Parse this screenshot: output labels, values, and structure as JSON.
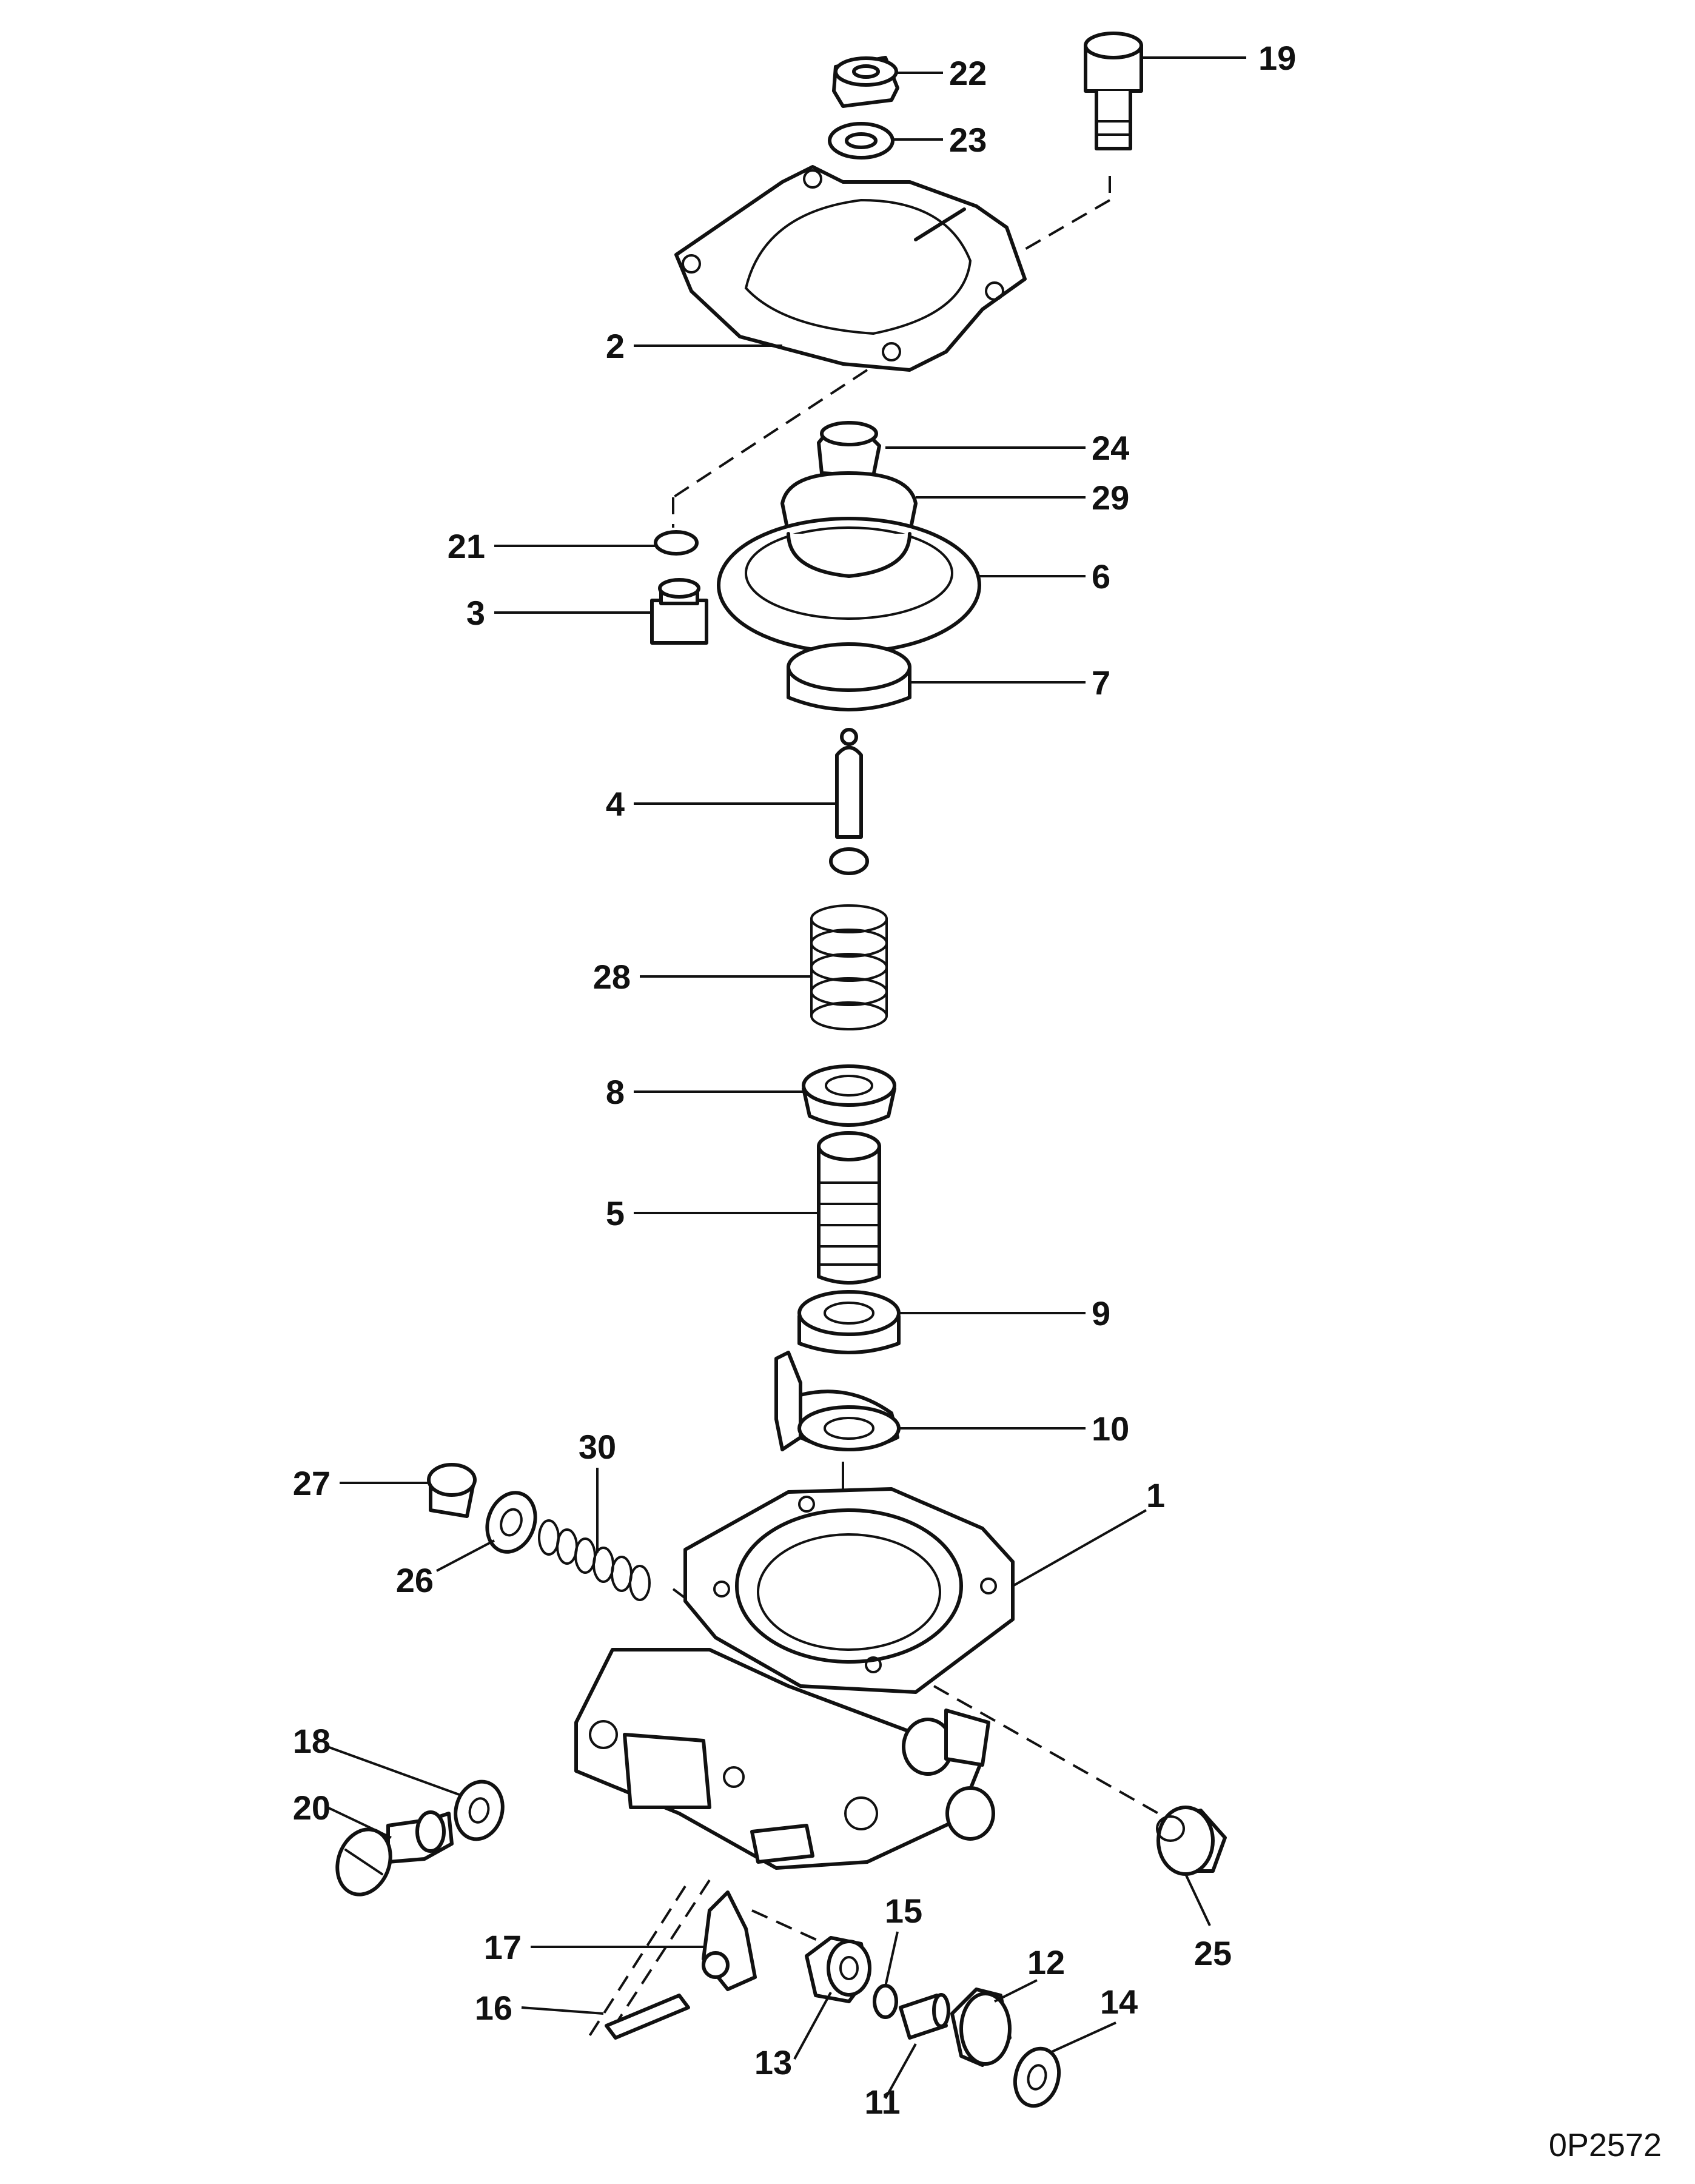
{
  "figure_code": "0P2572",
  "callouts": {
    "c1": "1",
    "c2": "2",
    "c3": "3",
    "c4": "4",
    "c5": "5",
    "c6": "6",
    "c7": "7",
    "c8": "8",
    "c9": "9",
    "c10": "10",
    "c11": "11",
    "c12": "12",
    "c13": "13",
    "c14": "14",
    "c15": "15",
    "c16": "16",
    "c17": "17",
    "c18": "18",
    "c19": "19",
    "c20": "20",
    "c21": "21",
    "c22": "22",
    "c23": "23",
    "c24": "24",
    "c25": "25",
    "c26": "26",
    "c27": "27",
    "c28": "28",
    "c29": "29",
    "c30": "30"
  }
}
